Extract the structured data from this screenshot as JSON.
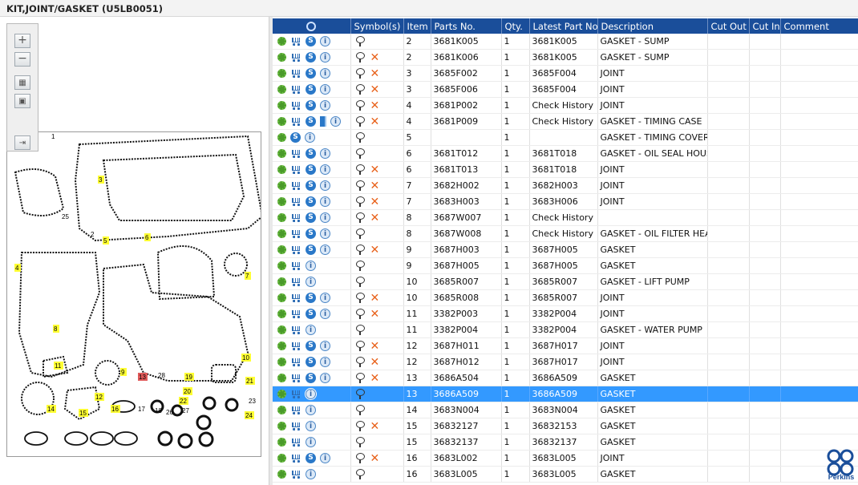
{
  "title": "KIT,JOINT/GASKET (U5LB0051)",
  "brand": {
    "name": "Perkins",
    "color": "#1a4e9a"
  },
  "toolbar": {
    "zoom_in": "+",
    "zoom_out": "−",
    "fit_all": "fit",
    "fit_page": "page",
    "export": "export"
  },
  "table": {
    "headers": [
      "Symbol(s)",
      "Item",
      "Parts No.",
      "Qty.",
      "Latest Part No.",
      "Description",
      "Cut Out",
      "Cut In",
      "Comment"
    ],
    "rows": [
      {
        "icons": [
          "gear",
          "cart",
          "s",
          "i"
        ],
        "symbols": [
          "bubble"
        ],
        "item": "2",
        "part": "3681K005",
        "qty": "1",
        "latest": "3681K005",
        "desc": "GASKET - SUMP"
      },
      {
        "icons": [
          "gear",
          "cart",
          "s",
          "i"
        ],
        "symbols": [
          "bubble",
          "x"
        ],
        "item": "2",
        "part": "3681K006",
        "qty": "1",
        "latest": "3681K005",
        "desc": "GASKET - SUMP"
      },
      {
        "icons": [
          "gear",
          "cart",
          "s",
          "i"
        ],
        "symbols": [
          "bubble",
          "x"
        ],
        "item": "3",
        "part": "3685F002",
        "qty": "1",
        "latest": "3685F004",
        "desc": "JOINT"
      },
      {
        "icons": [
          "gear",
          "cart",
          "s",
          "i"
        ],
        "symbols": [
          "bubble",
          "x"
        ],
        "item": "3",
        "part": "3685F006",
        "qty": "1",
        "latest": "3685F004",
        "desc": "JOINT"
      },
      {
        "icons": [
          "gear",
          "cart",
          "s",
          "i"
        ],
        "symbols": [
          "bubble",
          "x"
        ],
        "item": "4",
        "part": "3681P002",
        "qty": "1",
        "latest": "Check History",
        "desc": "JOINT"
      },
      {
        "icons": [
          "gear",
          "cart",
          "s",
          "book",
          "i"
        ],
        "symbols": [
          "bubble",
          "x"
        ],
        "item": "4",
        "part": "3681P009",
        "qty": "1",
        "latest": "Check History",
        "desc": "GASKET - TIMING CASE"
      },
      {
        "icons": [
          "gear",
          "s",
          "i"
        ],
        "symbols": [
          "bubble"
        ],
        "item": "5",
        "part": "",
        "qty": "1",
        "latest": "",
        "desc": "GASKET - TIMING COVER"
      },
      {
        "icons": [
          "gear",
          "cart",
          "s",
          "i"
        ],
        "symbols": [
          "bubble"
        ],
        "item": "6",
        "part": "3681T012",
        "qty": "1",
        "latest": "3681T018",
        "desc": "GASKET - OIL SEAL HOUSIN"
      },
      {
        "icons": [
          "gear",
          "cart",
          "s",
          "i"
        ],
        "symbols": [
          "bubble",
          "x"
        ],
        "item": "6",
        "part": "3681T013",
        "qty": "1",
        "latest": "3681T018",
        "desc": "JOINT"
      },
      {
        "icons": [
          "gear",
          "cart",
          "s",
          "i"
        ],
        "symbols": [
          "bubble",
          "x"
        ],
        "item": "7",
        "part": "3682H002",
        "qty": "1",
        "latest": "3682H003",
        "desc": "JOINT"
      },
      {
        "icons": [
          "gear",
          "cart",
          "s",
          "i"
        ],
        "symbols": [
          "bubble",
          "x"
        ],
        "item": "7",
        "part": "3683H003",
        "qty": "1",
        "latest": "3683H006",
        "desc": "JOINT"
      },
      {
        "icons": [
          "gear",
          "cart",
          "s",
          "i"
        ],
        "symbols": [
          "bubble",
          "x"
        ],
        "item": "8",
        "part": "3687W007",
        "qty": "1",
        "latest": "Check History",
        "desc": ""
      },
      {
        "icons": [
          "gear",
          "cart",
          "s",
          "i"
        ],
        "symbols": [
          "bubble"
        ],
        "item": "8",
        "part": "3687W008",
        "qty": "1",
        "latest": "Check History",
        "desc": "GASKET - OIL FILTER HEAD"
      },
      {
        "icons": [
          "gear",
          "cart",
          "s",
          "i"
        ],
        "symbols": [
          "bubble",
          "x"
        ],
        "item": "9",
        "part": "3687H003",
        "qty": "1",
        "latest": "3687H005",
        "desc": "GASKET"
      },
      {
        "icons": [
          "gear",
          "cart",
          "i"
        ],
        "symbols": [
          "bubble"
        ],
        "item": "9",
        "part": "3687H005",
        "qty": "1",
        "latest": "3687H005",
        "desc": "GASKET"
      },
      {
        "icons": [
          "gear",
          "cart",
          "i"
        ],
        "symbols": [
          "bubble"
        ],
        "item": "10",
        "part": "3685R007",
        "qty": "1",
        "latest": "3685R007",
        "desc": "GASKET - LIFT PUMP"
      },
      {
        "icons": [
          "gear",
          "cart",
          "s",
          "i"
        ],
        "symbols": [
          "bubble",
          "x"
        ],
        "item": "10",
        "part": "3685R008",
        "qty": "1",
        "latest": "3685R007",
        "desc": "JOINT"
      },
      {
        "icons": [
          "gear",
          "cart",
          "s",
          "i"
        ],
        "symbols": [
          "bubble",
          "x"
        ],
        "item": "11",
        "part": "3382P003",
        "qty": "1",
        "latest": "3382P004",
        "desc": "JOINT"
      },
      {
        "icons": [
          "gear",
          "cart",
          "i"
        ],
        "symbols": [
          "bubble"
        ],
        "item": "11",
        "part": "3382P004",
        "qty": "1",
        "latest": "3382P004",
        "desc": "GASKET - WATER PUMP"
      },
      {
        "icons": [
          "gear",
          "cart",
          "s",
          "i"
        ],
        "symbols": [
          "bubble",
          "x"
        ],
        "item": "12",
        "part": "3687H011",
        "qty": "1",
        "latest": "3687H017",
        "desc": "JOINT"
      },
      {
        "icons": [
          "gear",
          "cart",
          "s",
          "i"
        ],
        "symbols": [
          "bubble",
          "x"
        ],
        "item": "12",
        "part": "3687H012",
        "qty": "1",
        "latest": "3687H017",
        "desc": "JOINT"
      },
      {
        "icons": [
          "gear",
          "cart",
          "s",
          "i"
        ],
        "symbols": [
          "bubble",
          "x"
        ],
        "item": "13",
        "part": "3686A504",
        "qty": "1",
        "latest": "3686A509",
        "desc": "GASKET"
      },
      {
        "icons": [
          "gear",
          "cart",
          "i"
        ],
        "symbols": [
          "bubble"
        ],
        "item": "13",
        "part": "3686A509",
        "qty": "1",
        "latest": "3686A509",
        "desc": "GASKET",
        "selected": true
      },
      {
        "icons": [
          "gear",
          "cart",
          "i"
        ],
        "symbols": [
          "bubble"
        ],
        "item": "14",
        "part": "3683N004",
        "qty": "1",
        "latest": "3683N004",
        "desc": "GASKET"
      },
      {
        "icons": [
          "gear",
          "cart",
          "i"
        ],
        "symbols": [
          "bubble",
          "x"
        ],
        "item": "15",
        "part": "36832127",
        "qty": "1",
        "latest": "36832153",
        "desc": "GASKET"
      },
      {
        "icons": [
          "gear",
          "cart",
          "i"
        ],
        "symbols": [
          "bubble"
        ],
        "item": "15",
        "part": "36832137",
        "qty": "1",
        "latest": "36832137",
        "desc": "GASKET"
      },
      {
        "icons": [
          "gear",
          "cart",
          "s",
          "i"
        ],
        "symbols": [
          "bubble",
          "x"
        ],
        "item": "16",
        "part": "3683L002",
        "qty": "1",
        "latest": "3683L005",
        "desc": "JOINT"
      },
      {
        "icons": [
          "gear",
          "cart",
          "i"
        ],
        "symbols": [
          "bubble"
        ],
        "item": "16",
        "part": "3683L005",
        "qty": "1",
        "latest": "3683L005",
        "desc": "GASKET"
      }
    ]
  },
  "diagram": {
    "labels": [
      {
        "text": "1",
        "hl": false
      },
      {
        "text": "2",
        "hl": false
      },
      {
        "text": "3",
        "hl": true
      },
      {
        "text": "4",
        "hl": true
      },
      {
        "text": "5",
        "hl": true
      },
      {
        "text": "6",
        "hl": true
      },
      {
        "text": "7",
        "hl": true
      },
      {
        "text": "8",
        "hl": true
      },
      {
        "text": "9",
        "hl": true
      },
      {
        "text": "10",
        "hl": true
      },
      {
        "text": "11",
        "hl": true
      },
      {
        "text": "12",
        "hl": true
      },
      {
        "text": "13",
        "hl": "red"
      },
      {
        "text": "14",
        "hl": true
      },
      {
        "text": "15",
        "hl": true
      },
      {
        "text": "16",
        "hl": true
      },
      {
        "text": "17",
        "hl": false
      },
      {
        "text": "18",
        "hl": false
      },
      {
        "text": "19",
        "hl": true
      },
      {
        "text": "20",
        "hl": true
      },
      {
        "text": "21",
        "hl": true
      },
      {
        "text": "22",
        "hl": true
      },
      {
        "text": "23",
        "hl": false
      },
      {
        "text": "24",
        "hl": true
      },
      {
        "text": "25",
        "hl": false
      },
      {
        "text": "26",
        "hl": false
      },
      {
        "text": "27",
        "hl": false
      },
      {
        "text": "28",
        "hl": false
      }
    ]
  }
}
